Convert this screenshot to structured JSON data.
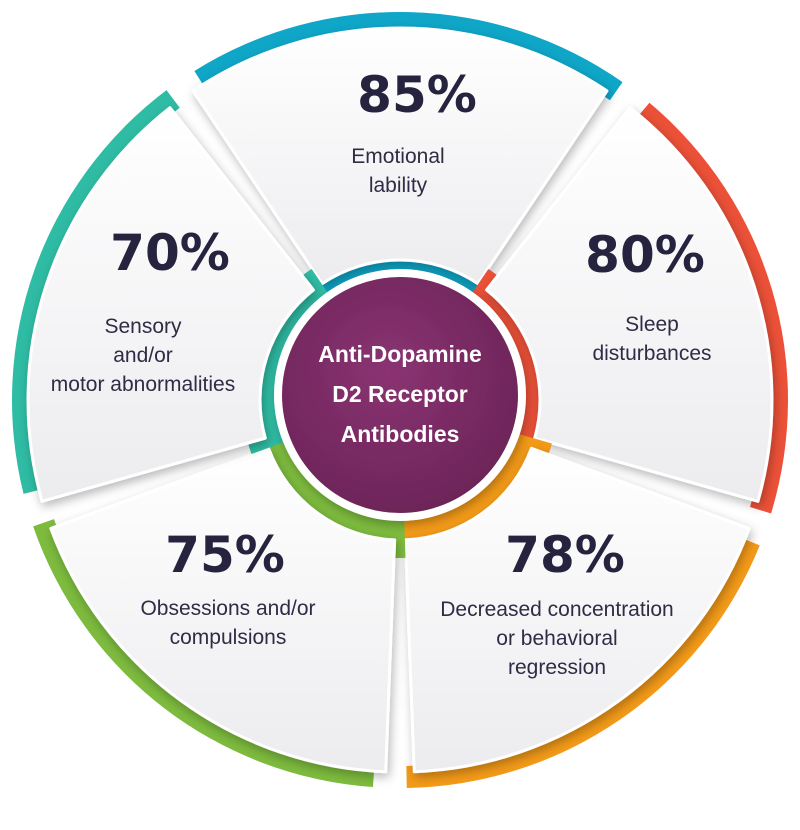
{
  "center": {
    "lines": [
      "Anti-Dopamine",
      "D2 Receptor",
      "Antibodies"
    ],
    "color": "#7b2a63"
  },
  "segments": [
    {
      "percent": "85%",
      "label_lines": [
        "Emotional",
        "lability"
      ],
      "color": "#0fa6c8",
      "value": 85
    },
    {
      "percent": "80%",
      "label_lines": [
        "Sleep",
        "disturbances"
      ],
      "color": "#ec5138",
      "value": 80
    },
    {
      "percent": "78%",
      "label_lines": [
        "Decreased concentration",
        "or behavioral",
        "regression"
      ],
      "color": "#f39a18",
      "value": 78
    },
    {
      "percent": "75%",
      "label_lines": [
        "Obsessions and/or",
        "compulsions"
      ],
      "color": "#7dbb3e",
      "value": 75
    },
    {
      "percent": "70%",
      "label_lines": [
        "Sensory",
        "and/or",
        "motor abnormalities"
      ],
      "color": "#2fbca4",
      "value": 70
    }
  ]
}
